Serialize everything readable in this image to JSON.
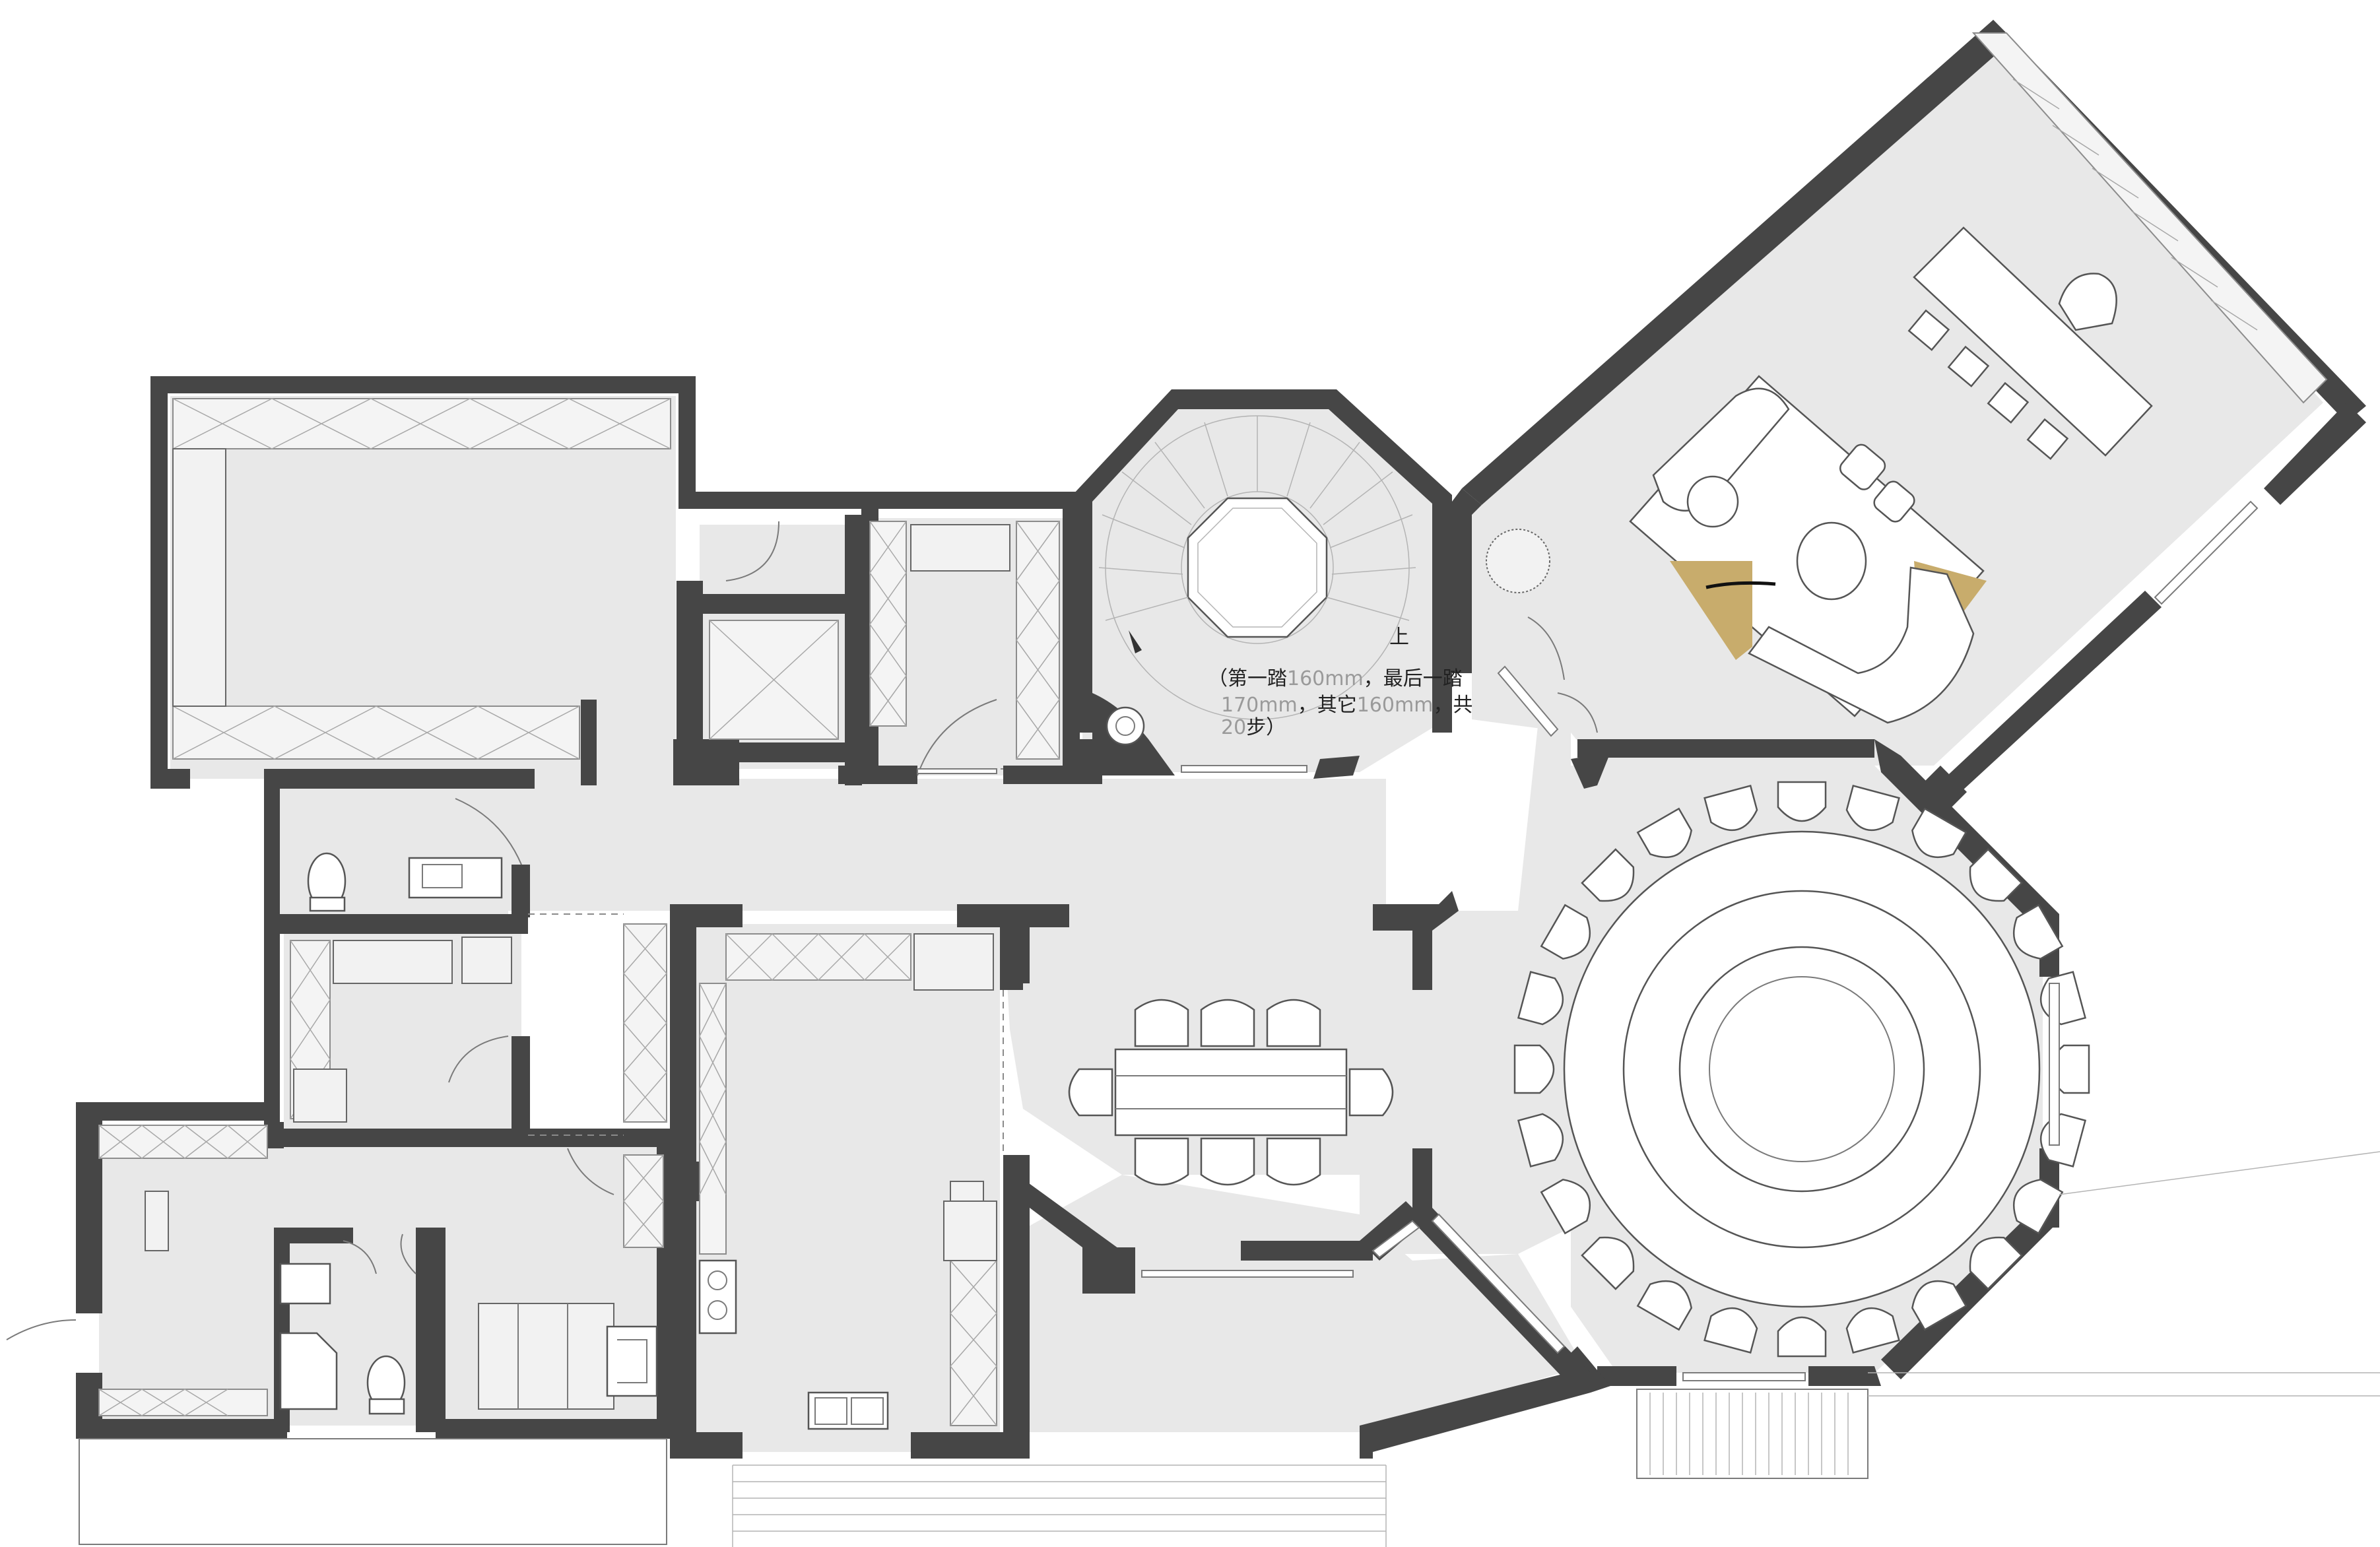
{
  "drawing": {
    "stair_up_label": "上",
    "stair_note_line1_dark": "（第一踏",
    "stair_note_line1_light": "160mm",
    "stair_note_line1_dark2": "，最后一踏",
    "stair_note_line2_light": "170mm",
    "stair_note_line2_dark": "，其它",
    "stair_note_line2_light2": "160mm",
    "stair_note_line2_dark2": "，共",
    "stair_note_line3_light": "20",
    "stair_note_line3_dark": "步）"
  },
  "colors": {
    "wall": "#464646",
    "floor": "#e8e8e8",
    "accent_rug": "#c8ac6c",
    "background": "#ffffff"
  }
}
